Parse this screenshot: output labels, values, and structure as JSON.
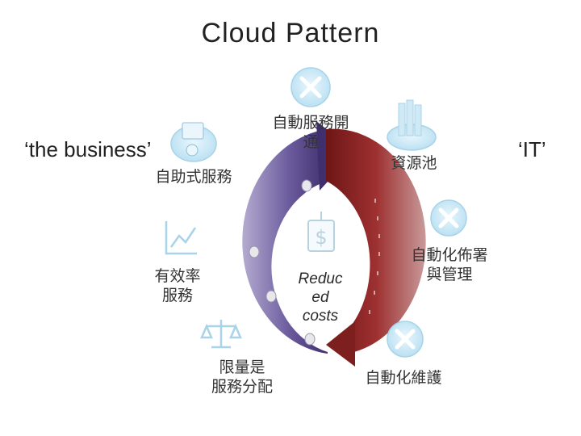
{
  "title": "Cloud Pattern",
  "left_side_label": "‘the business’",
  "right_side_label": "‘IT’",
  "center_label": [
    "Reduc",
    "ed",
    "costs"
  ],
  "nodes": {
    "auto_provision": [
      "自動服務開",
      "通"
    ],
    "resource_pool": "資源池",
    "self_service": "自助式服務",
    "efficient_service": [
      "有效率",
      "服務"
    ],
    "metered_allocation": [
      "限量是",
      "服務分配"
    ],
    "auto_deploy_manage": [
      "自動化佈署",
      "與管理"
    ],
    "auto_maintenance": "自動化維護"
  },
  "icons": {
    "top": "tools-icon",
    "resource_pool": "server-pool-icon",
    "self_service": "self-service-icon",
    "efficient": "chart-icon",
    "metered": "scales-icon",
    "deploy": "tools-icon",
    "maintenance": "tools-icon",
    "center": "dollar-down-icon"
  },
  "colors": {
    "purple_arc": "#5b4a8c",
    "red_arc": "#9a2f2f",
    "icon_blue": "#bfe3f4",
    "icon_stroke": "#9cc6dc"
  }
}
